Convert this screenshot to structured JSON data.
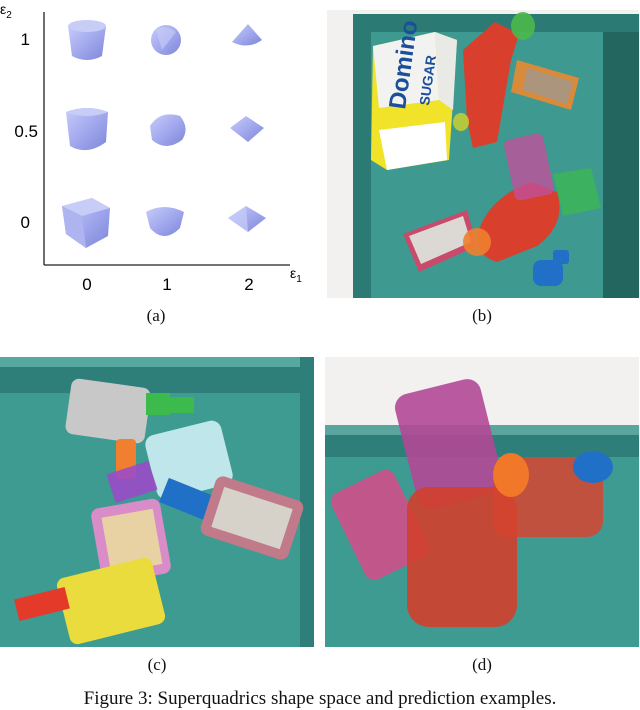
{
  "panel_a": {
    "y_axis_symbol": "ε",
    "y_axis_subscript": "2",
    "x_axis_symbol": "ε",
    "x_axis_subscript": "1",
    "y_ticks": [
      "1",
      "0.5",
      "0"
    ],
    "x_ticks": [
      "0",
      "1",
      "2"
    ],
    "shape_color": "#9fa6ee",
    "label": "(a)"
  },
  "panel_b": {
    "label": "(b)",
    "box_text_1": "Domino",
    "box_text_2": "SUGAR"
  },
  "panel_c": {
    "label": "(c)"
  },
  "panel_d": {
    "label": "(d)"
  },
  "caption": "Figure 3: Superquadrics shape space and prediction examples.",
  "colors": {
    "tray_teal": "#2e7f79",
    "tray_floor": "#3d9b92",
    "red_object": "#d8432f",
    "magenta_overlay": "#c0509a",
    "orange": "#f08030",
    "green": "#3cba4c",
    "blue": "#2170c8"
  }
}
